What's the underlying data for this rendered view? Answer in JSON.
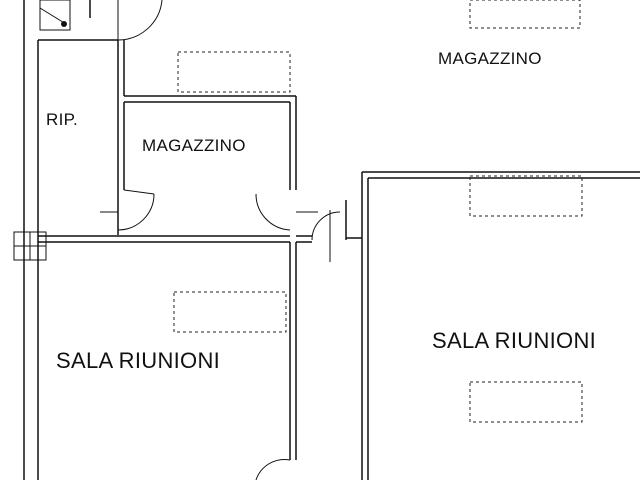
{
  "rooms": {
    "magazzino_top": "MAGAZZINO",
    "ripostiglio": "RIP.",
    "magazzino_mid": "MAGAZZINO",
    "sala_left": "SALA RIUNIONI",
    "sala_right": "SALA RIUNIONI"
  }
}
